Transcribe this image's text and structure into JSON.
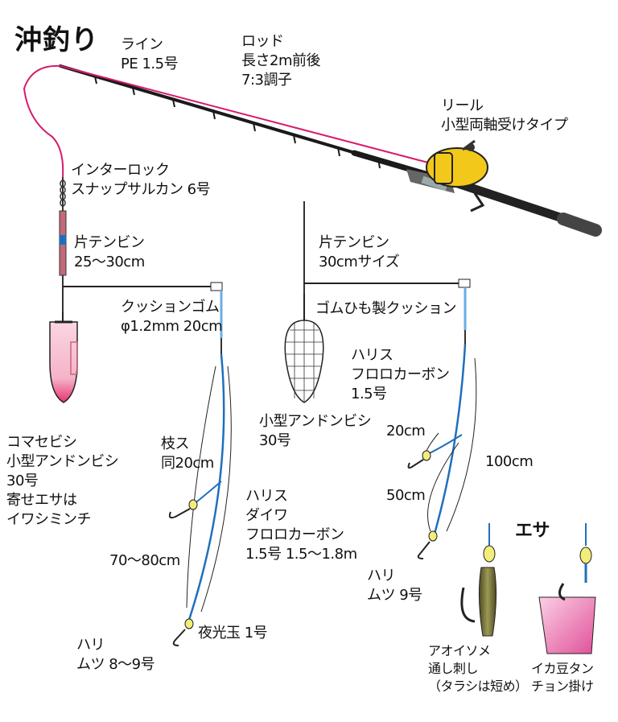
{
  "title": "沖釣り",
  "labels": {
    "line": "ライン\nPE 1.5号",
    "rod": "ロッド\n長さ2m前後\n7:3調子",
    "reel": "リール\n小型両軸受けタイプ",
    "swivel": "インターロック\nスナップサルカン 6号",
    "tenbin_left": "片テンビン\n25〜30cm",
    "cushion_left": "クッションゴム\nφ1.2mm 20cm",
    "komase": "コマセビシ\n小型アンドンビシ\n30号\n寄せエサは\nイワシミンチ",
    "edasu": "枝ス\n同20cm",
    "harisu_left": "ハリス\nダイワ\nフロロカーボン\n1.5号 1.5〜1.8m",
    "length_left": "70〜80cm",
    "yakodama": "夜光玉 1号",
    "hook_left": "ハリ\nムツ 8〜9号",
    "tenbin_right": "片テンビン\n30cmサイズ",
    "cushion_right": "ゴムひも製クッション",
    "harisu_right": "ハリス\nフロロカーボン\n1.5号",
    "sinker_right": "小型アンドンビシ\n30号",
    "branch_right": "20cm",
    "length_right_outer": "100cm",
    "length_right_inner": "50cm",
    "hook_right": "ハリ\nムツ 9号",
    "bait_title": "エサ",
    "bait_worm": "アオイソメ\n通し刺し\n（タラシは短め）",
    "bait_squid": "イカ豆タン\nチョン掛け"
  },
  "colors": {
    "line_pe": "#d81b6e",
    "harisu": "#1f6fbf",
    "cushion": "#6aaee6",
    "rod": "#1a1a1a",
    "reel": "#f2c81a",
    "sinker_pink": "#f5b3c8",
    "bait_squid": "#f07fb4",
    "bait_worm": "#7d7a3a",
    "glow_bead": "#f3ee7a"
  }
}
